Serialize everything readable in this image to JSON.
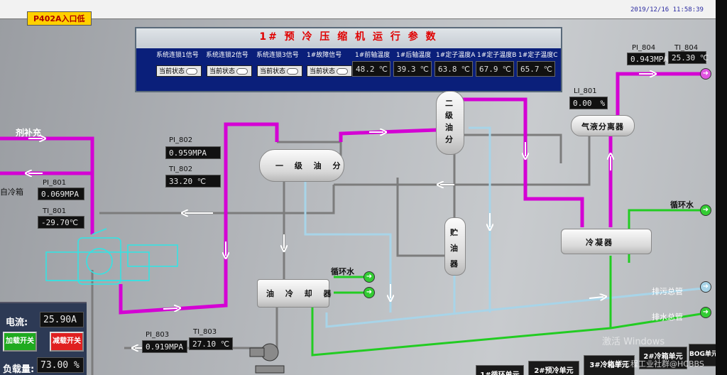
{
  "header": {
    "tag": "P402A入口低",
    "clock": "2019/12/16 11:58:39"
  },
  "panel": {
    "title": "1# 预 冷 压 缩 机 运 行 参 数",
    "signals": [
      {
        "label": "系统连锁1信号",
        "state": "当前状态"
      },
      {
        "label": "系统连锁2信号",
        "state": "当前状态"
      },
      {
        "label": "系统连锁3信号",
        "state": "当前状态"
      },
      {
        "label": "1#故障信号",
        "state": "当前状态"
      }
    ],
    "temps": [
      {
        "label": "1#前轴温度",
        "value": "48.2",
        "unit": "℃"
      },
      {
        "label": "1#后轴温度",
        "value": "39.3",
        "unit": "℃"
      },
      {
        "label": "1#定子温度A",
        "value": "63.8",
        "unit": "℃"
      },
      {
        "label": "1#定子温度B",
        "value": "67.9",
        "unit": "℃"
      },
      {
        "label": "1#定子温度C",
        "value": "65.7",
        "unit": "℃"
      }
    ]
  },
  "instruments": {
    "pi802": {
      "label": "PI_802",
      "value": "0.959MPA"
    },
    "ti802": {
      "label": "TI_802",
      "value": "33.20 ℃"
    },
    "pi801": {
      "label": "PI_801",
      "value": "0.069MPA"
    },
    "ti801": {
      "label": "TI_801",
      "value": "-29.70℃"
    },
    "pi803": {
      "label": "PI_803",
      "value": "0.919MPA"
    },
    "ti803": {
      "label": "TI_803",
      "value": "27.10 ℃"
    },
    "pi804": {
      "label": "PI_804",
      "value": "0.943MPA"
    },
    "ti804": {
      "label": "TI_804",
      "value": "25.30 ℃"
    },
    "li801": {
      "label": "LI_801",
      "value": "0.00",
      "unit": "%"
    }
  },
  "labels": {
    "refill": "剂补充",
    "from_tank": "自冷箱",
    "circ_water_1": "循环水",
    "circ_water_2": "循环水",
    "sewage": "排污总管",
    "drain": "排水总管"
  },
  "vessels": {
    "sep1": "一 级 油 分",
    "sep2": "二级油分",
    "oil_tank": "贮油器",
    "oil_cooler": "油 冷 却 器",
    "gasliquid": "气液分离器",
    "condenser": "冷凝器"
  },
  "controls": {
    "current_label": "电流:",
    "current_value": "25.90A",
    "load_btn": "加载开关",
    "unload_btn": "减载开关",
    "load_qty_label": "负载量:",
    "load_qty_value": "73.00 %"
  },
  "units": [
    "1#循环单元",
    "2#预冷单元",
    "3#冷箱单元",
    "2#冷箱单元",
    "BOG单元"
  ],
  "overlay": {
    "windows": "激活 Windows",
    "watermark": "化学工程工业社群@HCBBS"
  },
  "colors": {
    "magenta": "#d400d4",
    "lightblue": "#a8d4e8",
    "green": "#22cc22",
    "grey": "#7c7c7c"
  }
}
